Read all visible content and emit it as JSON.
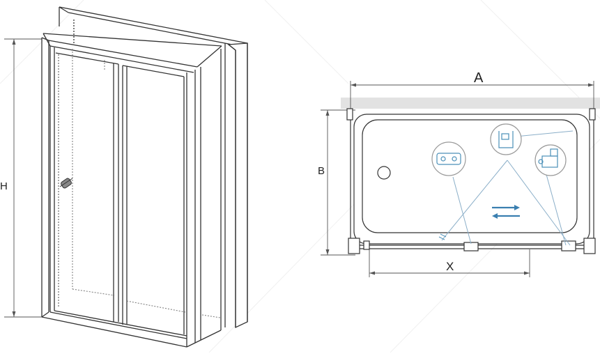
{
  "labels": {
    "height": "H",
    "width_total": "A",
    "depth": "B",
    "door_opening": "X"
  },
  "colors": {
    "line": "#333333",
    "thin": "#555555",
    "wall_fill": "#e2e2e2",
    "detail_blue": "#4a8fb8",
    "detail_arrow": "#3a7fb0",
    "watermark": "#efefef"
  },
  "icons": {
    "door_handle": "handle-icon",
    "drain": "drain-icon",
    "slide_direction": "double-arrow-icon"
  }
}
